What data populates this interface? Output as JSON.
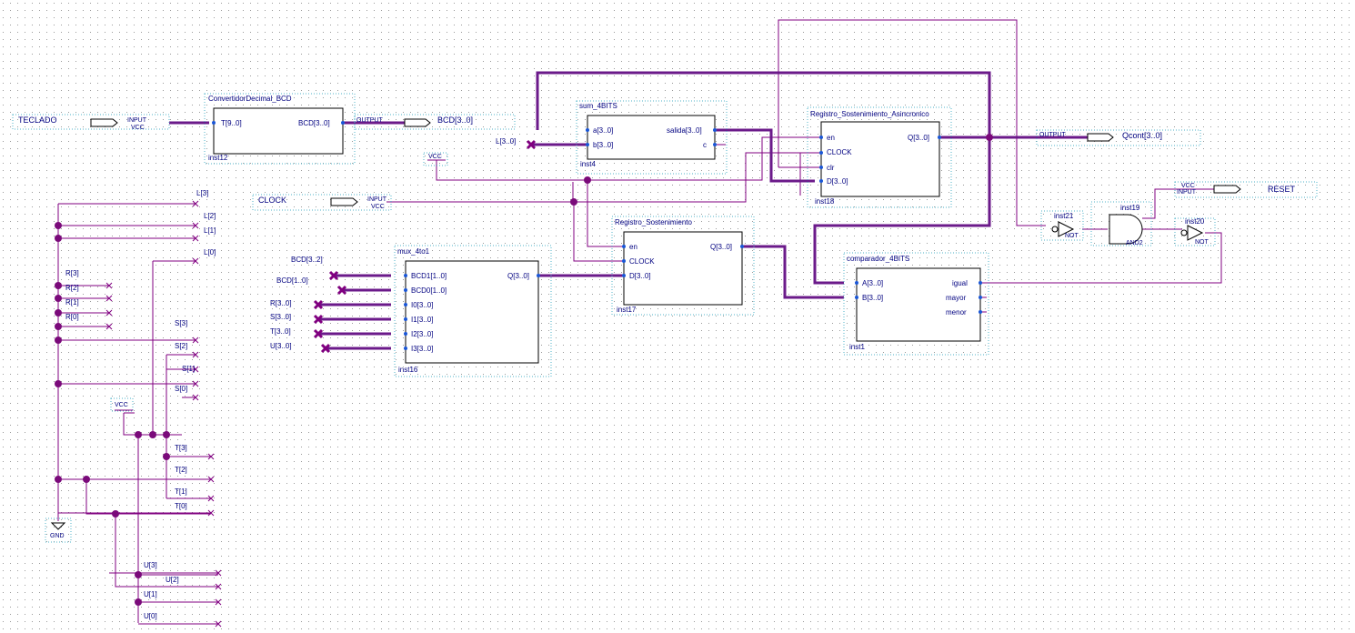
{
  "colors": {
    "wire": "#800080",
    "wire_dark": "#7a0a7a",
    "bus": "#6b1a8a",
    "symbol_text": "#000080",
    "port_pin": "#1a56d6",
    "box_outline": "#000000",
    "dotted_box": "#4fb3c8",
    "grid_dot": "#9a9a9a"
  },
  "blocks": {
    "convertidor": {
      "title": "ConvertidorDecimal_BCD",
      "in_port": "T[9..0]",
      "out_port": "BCD[3..0]",
      "inst": "inst12"
    },
    "sum": {
      "title": "sum_4BITS",
      "port_a": "a[3..0]",
      "port_b": "b[3..0]",
      "port_salida": "salida[3..0]",
      "port_c": "c",
      "inst": "inst4"
    },
    "reg_async": {
      "title": "Registro_Sostenimiento_Asincronico",
      "port_en": "en",
      "port_clock": "CLOCK",
      "port_clr": "clr",
      "port_d": "D[3..0]",
      "port_q": "Q[3..0]",
      "inst": "inst18"
    },
    "reg_sost": {
      "title": "Registro_Sostenimiento",
      "port_en": "en",
      "port_clock": "CLOCK",
      "port_d": "D[3..0]",
      "port_q": "Q[3..0]",
      "inst": "inst17"
    },
    "mux": {
      "title": "mux_4to1",
      "ports_in": [
        "BCD1[1..0]",
        "BCD0[1..0]",
        "I0[3..0]",
        "I1[3..0]",
        "I2[3..0]",
        "I3[3..0]"
      ],
      "port_q": "Q[3..0]",
      "inst": "inst16"
    },
    "comparador": {
      "title": "comparador_4BITS",
      "port_a": "A[3..0]",
      "port_b": "B[3..0]",
      "port_igual": "igual",
      "port_mayor": "mayor",
      "port_menor": "menor",
      "inst": "inst1"
    }
  },
  "pins": {
    "teclado": {
      "name": "TECLADO",
      "kind": "INPUT",
      "sub": "VCC"
    },
    "bcd_out": {
      "name": "BCD[3..0]",
      "kind": "OUTPUT"
    },
    "clock": {
      "name": "CLOCK",
      "kind": "INPUT",
      "sub": "VCC"
    },
    "qcont": {
      "name": "Qcont[3..0]",
      "kind": "OUTPUT"
    },
    "reset": {
      "name": "RESET",
      "kind": "INPUT",
      "sub": "VCC"
    }
  },
  "gates": {
    "not21": {
      "inst": "inst21",
      "type": "NOT"
    },
    "and19": {
      "inst": "inst19",
      "type": "AND2"
    },
    "not20": {
      "inst": "inst20",
      "type": "NOT"
    }
  },
  "power": {
    "vcc": "VCC",
    "gnd": "GND"
  },
  "wire_labels": {
    "l_bus": "L[3..0]",
    "mux_inputs": [
      "BCD[3..2]",
      "BCD[1..0]",
      "R[3..0]",
      "S[3..0]",
      "T[3..0]",
      "U[3..0]"
    ],
    "L": [
      "L[3]",
      "L[2]",
      "L[1]",
      "L[0]"
    ],
    "R": [
      "R[3]",
      "R[2]",
      "R[1]",
      "R[0]"
    ],
    "S": [
      "S[3]",
      "S[2]",
      "S[1]",
      "S[0]"
    ],
    "T": [
      "T[3]",
      "T[2]",
      "T[1]",
      "T[0]"
    ],
    "U": [
      "U[3]",
      "U[2]",
      "U[1]",
      "U[0]"
    ]
  }
}
